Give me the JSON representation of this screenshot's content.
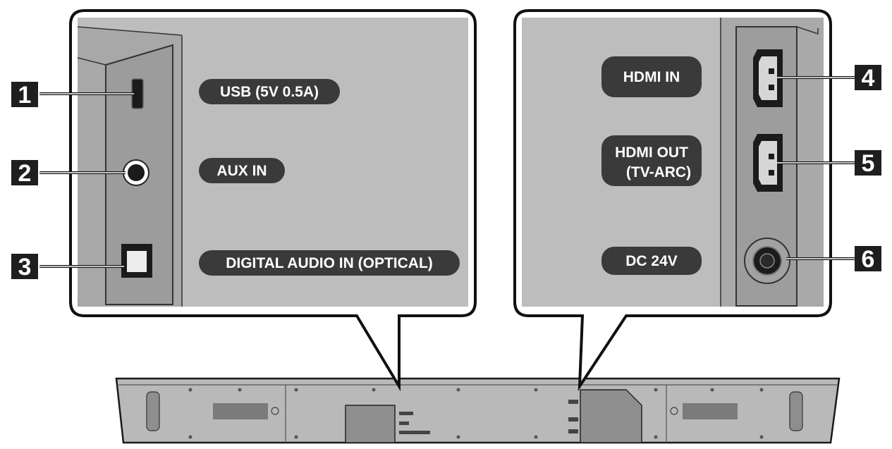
{
  "left_panel": {
    "labels": [
      {
        "number": "1",
        "text": "USB (5V 0.5A)"
      },
      {
        "number": "2",
        "text": "AUX IN"
      },
      {
        "number": "3",
        "text": "DIGITAL AUDIO IN (OPTICAL)"
      }
    ]
  },
  "right_panel": {
    "labels": [
      {
        "number": "4",
        "text": "HDMI IN"
      },
      {
        "number": "5",
        "text": "HDMI OUT",
        "text2": "(TV-ARC)"
      },
      {
        "number": "6",
        "text": "DC 24V"
      }
    ]
  },
  "colors": {
    "panel": "#bdbdbd",
    "panel_dark": "#a9a9a9",
    "pill": "#3a3a3a",
    "number_box": "#1e1e1e",
    "soundbar": "#b7b7b7"
  }
}
